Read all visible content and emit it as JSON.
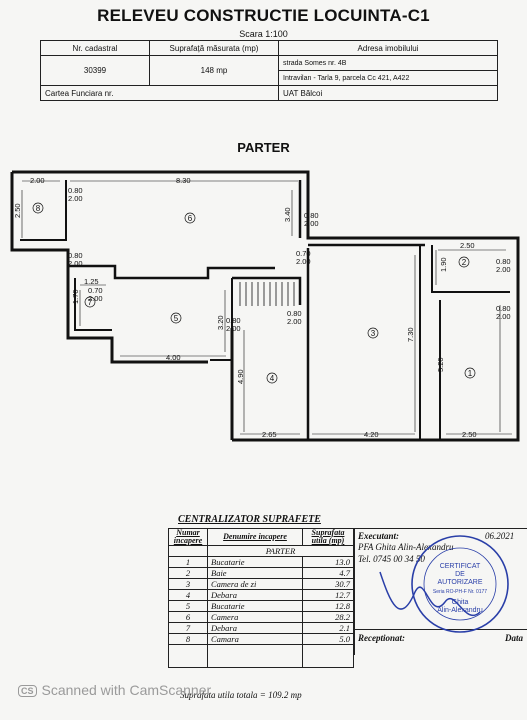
{
  "title": "RELEVEU CONSTRUCTIE LOCUINTA-C1",
  "scale": "Scara 1:100",
  "info_table": {
    "h_cadastral": "Nr. cadastral",
    "h_area": "Suprafață măsurata (mp)",
    "h_address": "Adresa imobilului",
    "cadastral": "30399",
    "area": "148 mp",
    "address_line1": "strada Somes nr. 4B",
    "address_line2": "Intravilan - Tarla 9, parcela Cc 421, A422",
    "carte_label": "Cartea Funciara nr.",
    "uat": "UAT  Bălcoi"
  },
  "plan_title": "PARTER",
  "dims": {
    "d_830": "8.30",
    "d_200_top": "2.00",
    "d_250_left": "2.50",
    "d_340": "3.40",
    "d_125": "1.25",
    "d_170": "1.70",
    "d_320": "3.20",
    "d_400": "4.00",
    "d_490": "4.90",
    "d_730": "7.30",
    "d_250_r": "2.50",
    "d_190": "1.90",
    "d_520": "5.20",
    "d_265": "2.65",
    "d_420": "4.20",
    "d_250_b": "2.50",
    "door_080_200": [
      "0.80",
      "2.00"
    ],
    "door_070_200": [
      "0.70",
      "2.00"
    ]
  },
  "room_numbers": [
    "1",
    "2",
    "3",
    "4",
    "5",
    "6",
    "7",
    "8"
  ],
  "summary": {
    "title": "CENTRALIZATOR SUPRAFETE",
    "h_nr": "Numar incapere",
    "h_name": "Denumire incapere",
    "h_area": "Suprafata utila (mp)",
    "floor": "PARTER",
    "rows": [
      {
        "nr": "1",
        "name": "Bucatarie",
        "area": "13.0"
      },
      {
        "nr": "2",
        "name": "Baie",
        "area": "4.7"
      },
      {
        "nr": "3",
        "name": "Camera de zi",
        "area": "30.7"
      },
      {
        "nr": "4",
        "name": "Debara",
        "area": "12.7"
      },
      {
        "nr": "5",
        "name": "Bucatarie",
        "area": "12.8"
      },
      {
        "nr": "6",
        "name": "Camera",
        "area": "28.2"
      },
      {
        "nr": "7",
        "name": "Debara",
        "area": "2.1"
      },
      {
        "nr": "8",
        "name": "Camara",
        "area": "5.0"
      }
    ],
    "total": "Suprafata utila totala = 109.2 mp"
  },
  "executant": {
    "label": "Executant:",
    "date": "06.2021",
    "name": "PFA  Ghita Alin-Alexandru",
    "tel": "Tel. 0745 00 34 50",
    "receptionat": "Receptionat:",
    "data_label": "Data"
  },
  "stamp": {
    "line1": "CERTIFICAT",
    "line2": "DE",
    "line3": "AUTORIZARE",
    "line4": "Seria RO-PH-F Nr. 0177",
    "line5": "Ghita",
    "line6": "Alin-Alexandru"
  },
  "watermark": {
    "badge": "CS",
    "text": "Scanned with CamScanner"
  },
  "colors": {
    "ink": "#111111",
    "stamp": "#2a3fa8",
    "paper": "#f6f6f4"
  }
}
